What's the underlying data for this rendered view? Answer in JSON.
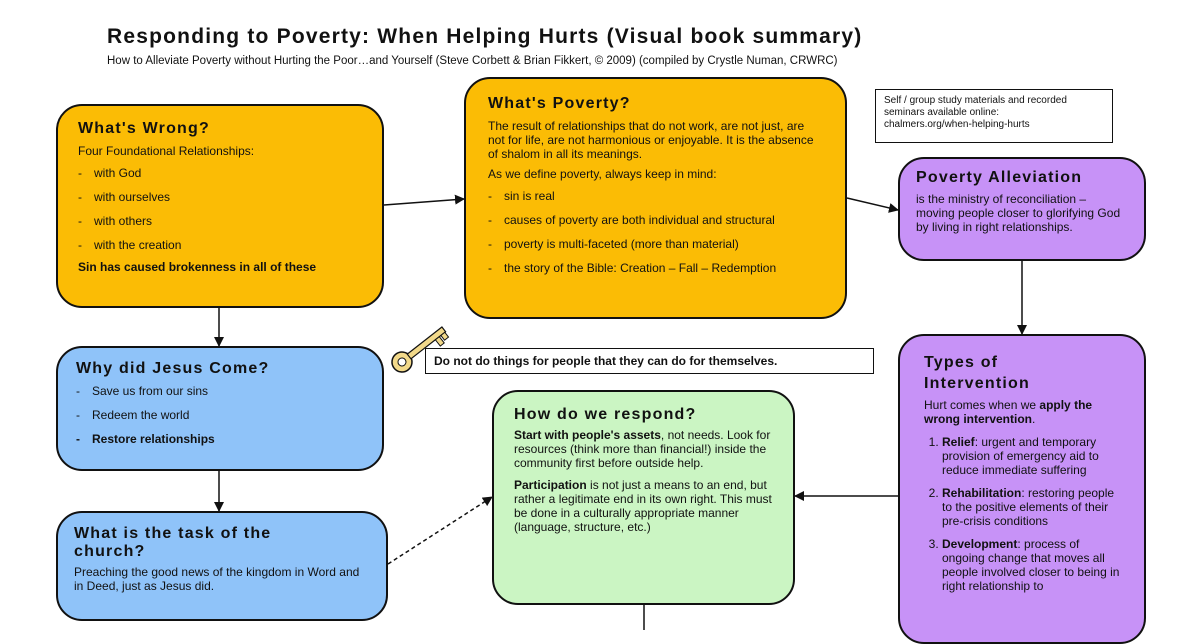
{
  "header": {
    "title": "Responding to Poverty: When Helping Hurts (Visual book summary)",
    "subtitle": "How to Alleviate Poverty without Hurting the Poor…and Yourself   (Steve Corbett & Brian Fikkert, © 2009)      (compiled by Crystle Numan, CRWRC)"
  },
  "colors": {
    "orange": "#fbbc05",
    "blue": "#8fc3f9",
    "green": "#cbf5c3",
    "purple": "#c792f7"
  },
  "whats_wrong": {
    "heading": "What's Wrong?",
    "intro": "Four Foundational Relationships:",
    "items": [
      "with God",
      "with ourselves",
      "with others",
      "with the creation"
    ],
    "conclusion": "Sin has caused brokenness in all of these"
  },
  "whats_poverty": {
    "heading": "What's Poverty?",
    "definition": "The result of relationships that do not work, are not just, are not for life, are not harmonious or enjoyable. It is the absence of shalom in all its meanings.",
    "intro": "As we define poverty, always keep in mind:",
    "items": [
      "sin is real",
      "causes of poverty are both individual and structural",
      "poverty is multi-faceted (more than material)",
      "the story of the Bible: Creation – Fall – Redemption"
    ]
  },
  "study_note": {
    "line1": "Self / group study materials and recorded",
    "line2": "seminars available online:",
    "line3": "chalmers.org/when-helping-hurts"
  },
  "poverty_alleviation": {
    "heading": "Poverty Alleviation",
    "text": "is the ministry of reconciliation – moving people closer to glorifying God by living in right relationships."
  },
  "key_tip": "Do not do things for people that they can do for themselves.",
  "why_jesus": {
    "heading": "Why did Jesus Come?",
    "items": [
      "Save us from our sins",
      "Redeem the world"
    ],
    "bold_item": "Restore relationships"
  },
  "church_task": {
    "heading": "What is the task of the church?",
    "text": "Preaching the good news of the kingdom in Word and in Deed, just as Jesus did."
  },
  "how_respond": {
    "heading": "How do we respond?",
    "p1_bold": "Start with people's assets",
    "p1_rest": ", not needs. Look for resources (think more than financial!) inside the community first before outside help.",
    "p2_bold": "Participation",
    "p2_rest": " is not just a means to an end, but rather a legitimate end in its own right. This must be done in a culturally appropriate manner (language, structure, etc.)"
  },
  "intervention": {
    "heading": "Types of Intervention",
    "intro_pre": "Hurt comes when we ",
    "intro_bold": "apply the wrong intervention",
    "intro_post": ".",
    "items": [
      {
        "term": "Relief",
        "desc": ": urgent and temporary provision of emergency aid to reduce immediate suffering"
      },
      {
        "term": "Rehabilitation",
        "desc": ": restoring people to the positive elements of their pre-crisis conditions"
      },
      {
        "term": "Development",
        "desc": ": process of ongoing change that moves all people involved closer to being in right relationship to"
      }
    ]
  }
}
